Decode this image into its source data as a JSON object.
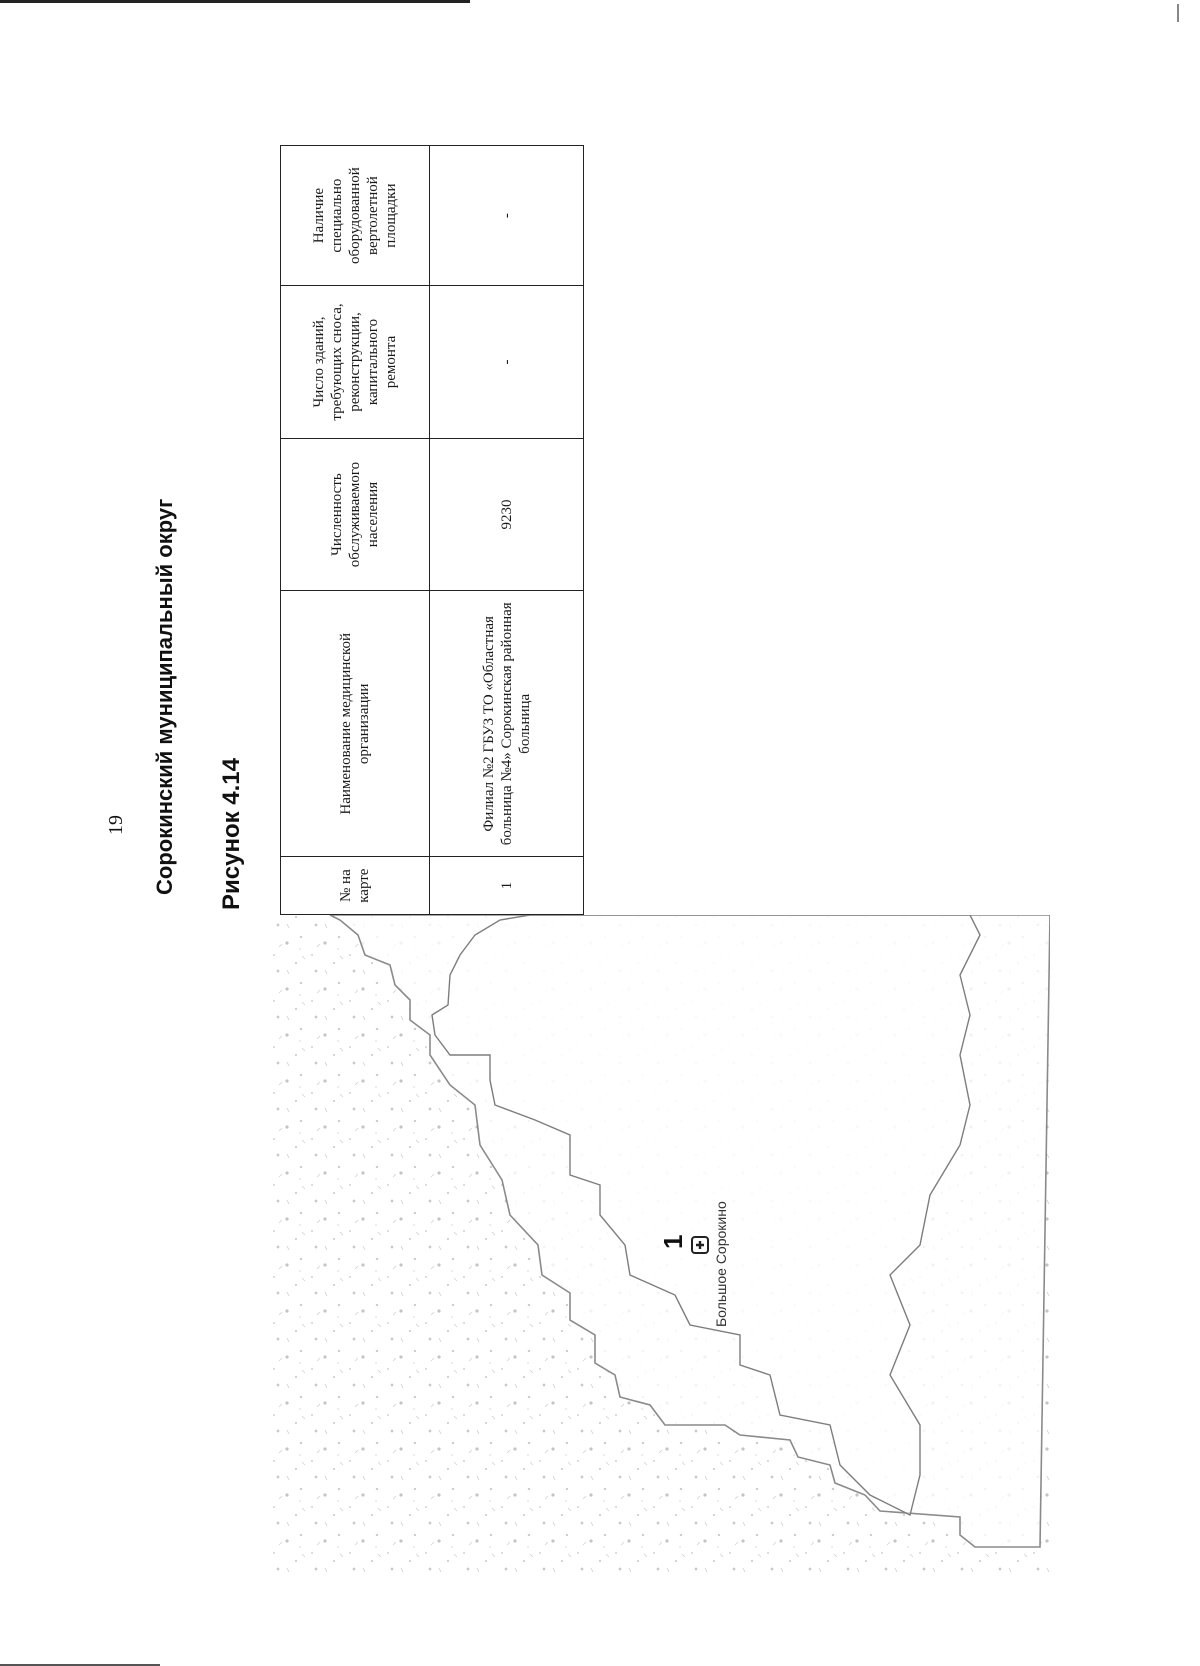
{
  "page_number": "19",
  "district_title": "Сорокинский муниципальный округ",
  "figure_title": "Рисунок 4.14",
  "table": {
    "headers": [
      "№ на карте",
      "Наименование медицинской организации",
      "Численность обслуживаемого населения",
      "Число зданий, требующих сноса, реконструкции, капитального ремонта",
      "Наличие специально оборудованной вертолетной площадки"
    ],
    "rows": [
      [
        "1",
        "Филиал №2 ГБУЗ ТО «Областная больница №4» Сорокинская районная больница",
        "9230",
        "-",
        "-"
      ]
    ]
  },
  "map": {
    "marker_number": "1",
    "settlement_label": "Большое Сорокино",
    "marker_icon": "hospital-cross-icon"
  }
}
